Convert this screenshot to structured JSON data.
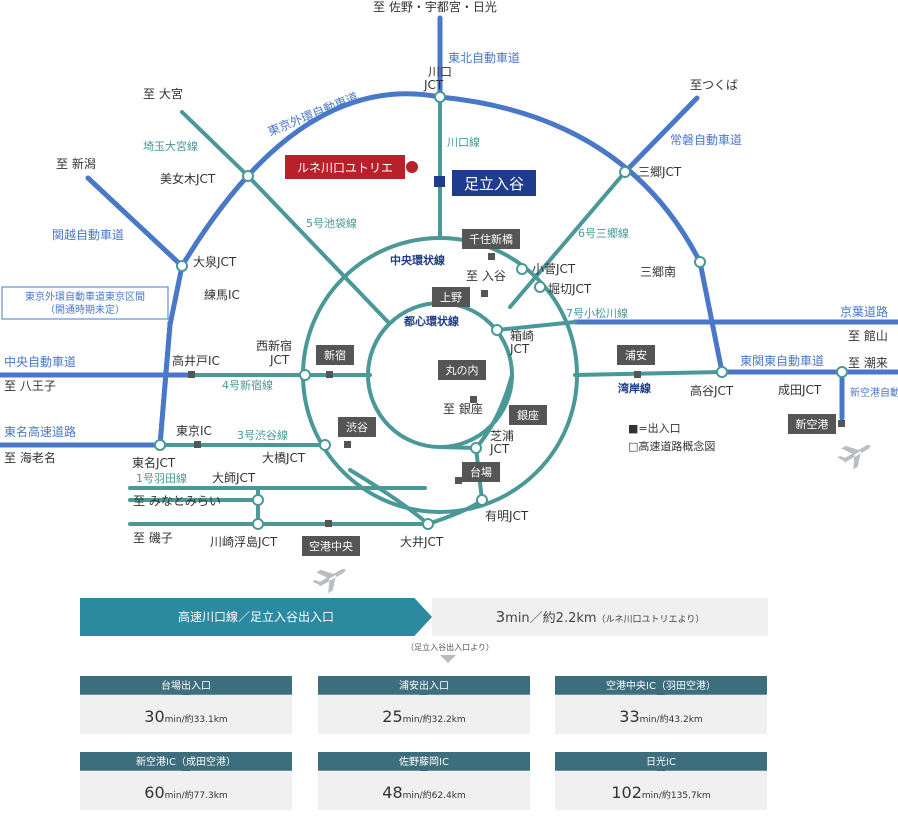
{
  "map": {
    "directions": {
      "sano": "至 佐野・宇都宮・日光",
      "omiya": "至 大宮",
      "tsukuba": "至つくば",
      "niigata": "至 新潟",
      "hachioji": "至 八王子",
      "ebina": "至 海老名",
      "minatomirai": "至 みなとみらい",
      "isogo": "至 磯子",
      "tateyama": "至 館山",
      "shiohama": "至 潮来",
      "iriya": "至 入谷",
      "ginza": "至 銀座"
    },
    "expressways": {
      "tohoku": "東北自動車道",
      "gaikan": "東京外環自動車道",
      "joban": "常磐自動車道",
      "kanetsu": "関越自動車道",
      "chuo": "中央自動車道",
      "tomei": "東名高速道路",
      "keiyo": "京葉道路",
      "higashikanto": "東関東自動車道",
      "shinkuko": "新空港自動車道"
    },
    "routes": {
      "kawaguchi": "川口線",
      "saitama_omiya": "埼玉大宮線",
      "ikebukuro": "5号池袋線",
      "misato": "6号三郷線",
      "central_circular": "中央環状線",
      "inner_circular": "都心環状線",
      "komatsugawa": "7号小松川線",
      "shinjuku_route": "4号新宿線",
      "shibuya_route": "3号渋谷線",
      "haneda": "1号羽田線",
      "wangan": "湾岸線"
    },
    "jcts": {
      "kawaguchi": "川口\nJCT",
      "bijogi": "美女木JCT",
      "misato": "三郷JCT",
      "misato_minami": "三郷南",
      "oizumi": "大泉JCT",
      "nerima": "練馬IC",
      "kosuge": "小菅JCT",
      "horikiri": "堀切JCT",
      "hakozaki": "箱崎\nJCT",
      "nishishinjuku": "西新宿\nJCT",
      "takaido": "高井戸IC",
      "koya": "高谷JCT",
      "narita": "成田JCT",
      "tokyo_ic": "東京IC",
      "tomei_jct": "東名JCT",
      "ohashi": "大橋JCT",
      "shibaura": "芝浦\nJCT",
      "ariake": "有明JCT",
      "daishi": "大師JCT",
      "kawasaki": "川崎浮島JCT",
      "oi": "大井JCT"
    },
    "entrances": {
      "senju": "千住新橋",
      "ueno": "上野",
      "shinjuku": "新宿",
      "marunouchi": "丸の内",
      "shibuya": "渋谷",
      "ginza": "銀座",
      "daiba": "台場",
      "urayasu": "浦安",
      "shinkuko": "新空港",
      "kuko_chuo": "空港中央"
    },
    "origin_label": "ルネ川口ユトリエ",
    "station_label": "足立入谷",
    "gaikan_note": "東京外環自動車道東京区間\n（開通時期未定）",
    "legend": {
      "entrance": "■=出入口",
      "concept": "□高速道路概念図"
    },
    "colors": {
      "national_expressway": "#4a78c8",
      "metropolitan_expressway": "#4a9898",
      "origin_marker": "#b8202a",
      "station": "#1f3c8c"
    }
  },
  "route_bar": {
    "left": "高速川口線／足立入谷出入口",
    "time": "3",
    "time_unit": "min",
    "distance": "／約2.2km",
    "note": "（ルネ川口ユトリエより）"
  },
  "sub_note": "（足立入谷出入口より）",
  "destinations": [
    {
      "name": "台場出入口",
      "minutes": "30",
      "unit": "min",
      "distance": "/約33.1km"
    },
    {
      "name": "浦安出入口",
      "minutes": "25",
      "unit": "min",
      "distance": "/約32.2km"
    },
    {
      "name": "空港中央IC（羽田空港）",
      "minutes": "33",
      "unit": "min",
      "distance": "/約43.2km"
    },
    {
      "name": "新空港IC（成田空港）",
      "minutes": "60",
      "unit": "min",
      "distance": "/約77.3km"
    },
    {
      "name": "佐野藤岡IC",
      "minutes": "48",
      "unit": "min",
      "distance": "/約62.4km"
    },
    {
      "name": "日光IC",
      "minutes": "102",
      "unit": "min",
      "distance": "/約135.7km"
    }
  ]
}
